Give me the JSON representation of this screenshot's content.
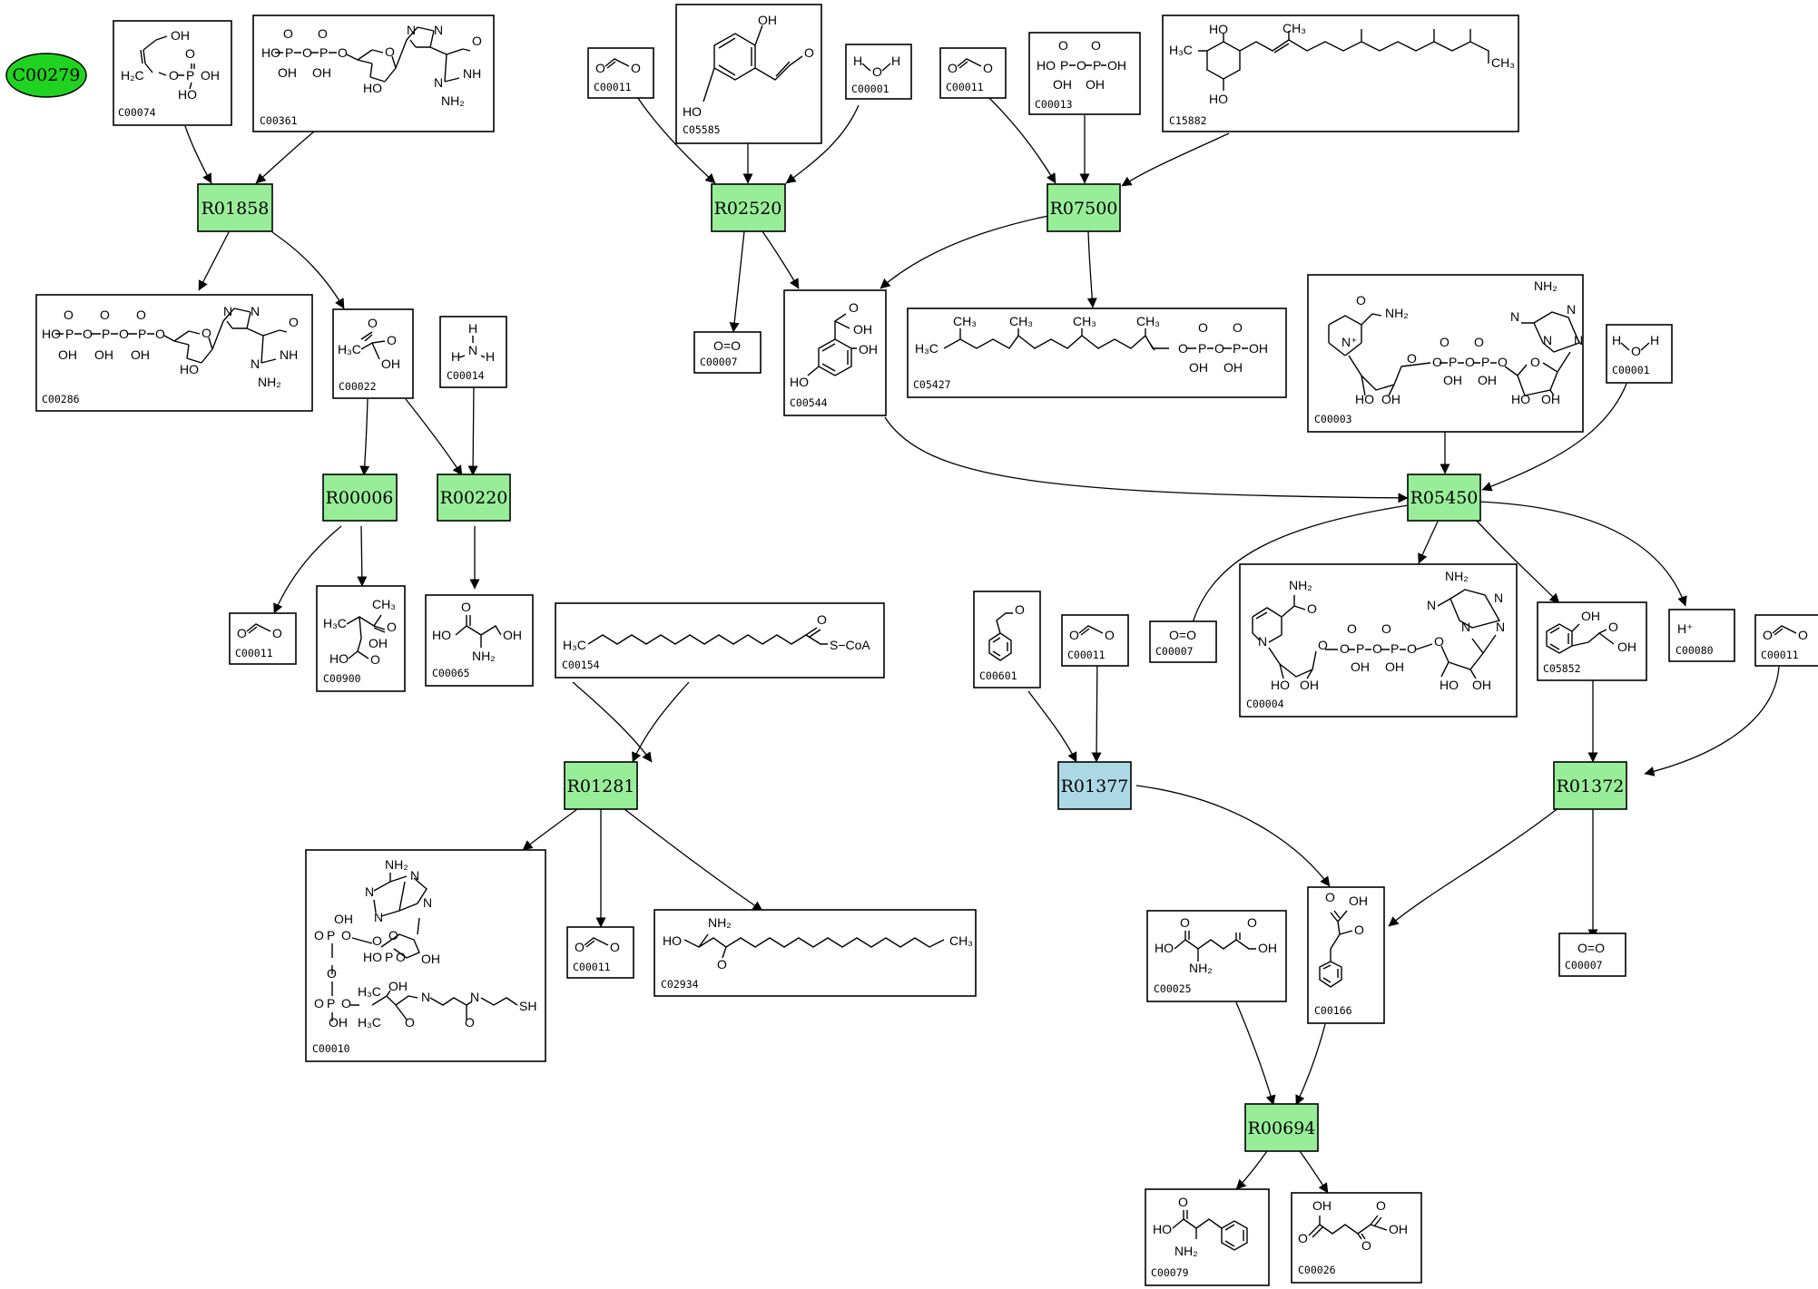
{
  "highlight": {
    "label": "C00279",
    "color": "#21d321"
  },
  "colors": {
    "reaction": "#98ee98",
    "reaction_alt": "#acd8e6"
  },
  "reactions": [
    {
      "id": "R01858",
      "label": "R01858",
      "color": "#98ee98"
    },
    {
      "id": "R02520",
      "label": "R02520",
      "color": "#98ee98"
    },
    {
      "id": "R07500",
      "label": "R07500",
      "color": "#98ee98"
    },
    {
      "id": "R00006",
      "label": "R00006",
      "color": "#98ee98"
    },
    {
      "id": "R00220",
      "label": "R00220",
      "color": "#98ee98"
    },
    {
      "id": "R05450",
      "label": "R05450",
      "color": "#98ee98"
    },
    {
      "id": "R01281",
      "label": "R01281",
      "color": "#98ee98"
    },
    {
      "id": "R01377",
      "label": "R01377",
      "color": "#acd8e6"
    },
    {
      "id": "R01372",
      "label": "R01372",
      "color": "#98ee98"
    },
    {
      "id": "R00694",
      "label": "R00694",
      "color": "#98ee98"
    }
  ],
  "compounds": [
    {
      "key": "c00074",
      "label": "C00074",
      "structure": "phosphoenolpyruvate"
    },
    {
      "key": "c00361",
      "label": "C00361",
      "structure": "dGDP"
    },
    {
      "key": "c00011a",
      "label": "C00011",
      "structure": "CO2"
    },
    {
      "key": "c05585",
      "label": "C05585",
      "structure": "gentisaldehyde"
    },
    {
      "key": "c00001a",
      "label": "C00001",
      "structure": "H2O"
    },
    {
      "key": "c00011b",
      "label": "C00011",
      "structure": "CO2"
    },
    {
      "key": "c00013",
      "label": "C00013",
      "structure": "diphosphate"
    },
    {
      "key": "c15882",
      "label": "C15882",
      "structure": "phytyl-quinol"
    },
    {
      "key": "c00286",
      "label": "C00286",
      "structure": "dGTP"
    },
    {
      "key": "c00022",
      "label": "C00022",
      "structure": "pyruvate"
    },
    {
      "key": "c00014",
      "label": "C00014",
      "structure": "NH3"
    },
    {
      "key": "c00007a",
      "label": "C00007",
      "structure": "O2"
    },
    {
      "key": "c00544",
      "label": "C00544",
      "structure": "homogentisate"
    },
    {
      "key": "c05427",
      "label": "C05427",
      "structure": "phytyl diphosphate"
    },
    {
      "key": "c00003",
      "label": "C00003",
      "structure": "NAD+"
    },
    {
      "key": "c00001b",
      "label": "C00001",
      "structure": "H2O"
    },
    {
      "key": "c00011c",
      "label": "C00011",
      "structure": "CO2"
    },
    {
      "key": "c00900",
      "label": "C00900",
      "structure": "acetolactate"
    },
    {
      "key": "c00065",
      "label": "C00065",
      "structure": "L-serine"
    },
    {
      "key": "c00154",
      "label": "C00154",
      "structure": "palmitoyl-CoA"
    },
    {
      "key": "c00601",
      "label": "C00601",
      "structure": "phenylacetaldehyde"
    },
    {
      "key": "c00011d",
      "label": "C00011",
      "structure": "CO2"
    },
    {
      "key": "c00007b",
      "label": "C00007",
      "structure": "O2"
    },
    {
      "key": "c00004",
      "label": "C00004",
      "structure": "NADH"
    },
    {
      "key": "c05852",
      "label": "C05852",
      "structure": "2-hydroxyphenylacetate"
    },
    {
      "key": "c00080",
      "label": "C00080",
      "structure": "H+"
    },
    {
      "key": "c00011e",
      "label": "C00011",
      "structure": "CO2"
    },
    {
      "key": "c00010",
      "label": "C00010",
      "structure": "CoA"
    },
    {
      "key": "c00011f",
      "label": "C00011",
      "structure": "CO2"
    },
    {
      "key": "c02934",
      "label": "C02934",
      "structure": "3-dehydrosphinganine"
    },
    {
      "key": "c00025",
      "label": "C00025",
      "structure": "L-glutamate"
    },
    {
      "key": "c00166",
      "label": "C00166",
      "structure": "phenylpyruvate"
    },
    {
      "key": "c00007c",
      "label": "C00007",
      "structure": "O2"
    },
    {
      "key": "c00079",
      "label": "C00079",
      "structure": "L-phenylalanine"
    },
    {
      "key": "c00026",
      "label": "C00026",
      "structure": "2-oxoglutarate"
    }
  ],
  "atoms": {
    "OH": "OH",
    "HO": "HO",
    "H2C": "H₂C",
    "H3C": "H₃C",
    "O": "O",
    "P": "P",
    "N": "N",
    "NH": "NH",
    "NH2": "NH₂",
    "H": "H",
    "Hplus": "H⁺",
    "O2": "O=O",
    "SCoA": "S−CoA",
    "SH": "SH",
    "CH3": "CH₃",
    "N+": "N⁺"
  }
}
